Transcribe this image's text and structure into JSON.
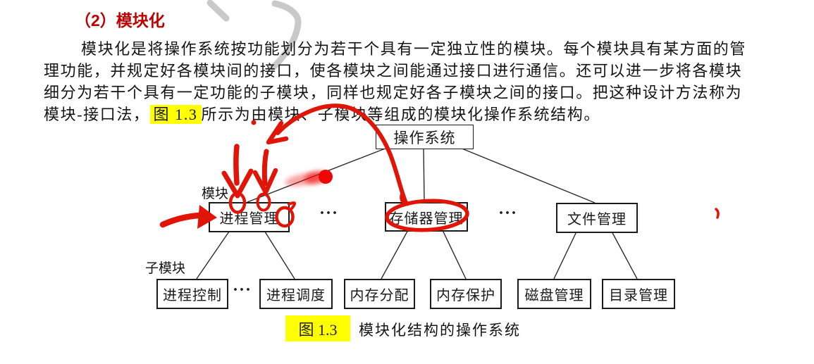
{
  "heading": "（2）模块化",
  "paragraph": {
    "line1": "模块化是将操作系统按功能划分为若干个具有一定独立性的模块。每个模块具有某方面的管",
    "line2": "理功能，并规定好各模块间的接口，使各模块之间能通过接口进行通信。还可以进一步将各模块",
    "line3": "细分为若干个具有一定功能的子模块，同样也规定好各子模块之间的接口。把这种设计方法称为",
    "line4_prefix": "模块-接口法，",
    "line4_ref": "图 1.3",
    "line4_suffix": "所示为由模块、子模块等组成的模块化操作系统结构。"
  },
  "diagram": {
    "root": "操作系统",
    "module_label": "模块",
    "submodule_label": "子模块",
    "ellipsis": "···",
    "modules": [
      "进程管理",
      "存储器管理",
      "文件管理"
    ],
    "submodules": [
      "进程控制",
      "进程调度",
      "内存分配",
      "内存保护",
      "磁盘管理",
      "目录管理"
    ],
    "annotations": [
      "down-arrow",
      "down-arrow",
      "circle-mark",
      "circle-mark",
      "scribble-mark",
      "right-arrow",
      "curved-arrow",
      "ellipse-around-memory-management",
      "laser-pointer-dot",
      "comma-mark"
    ]
  },
  "caption": {
    "ref": "图 1.3",
    "text": "模块化结构的操作系统"
  },
  "colors": {
    "heading_red": "#c00000",
    "annotation_red": "#e01508",
    "laser_red": "#ee0505",
    "highlight_yellow": "#ffff00",
    "watermark_gray": "#c9c9c9",
    "text_black": "#141414"
  }
}
